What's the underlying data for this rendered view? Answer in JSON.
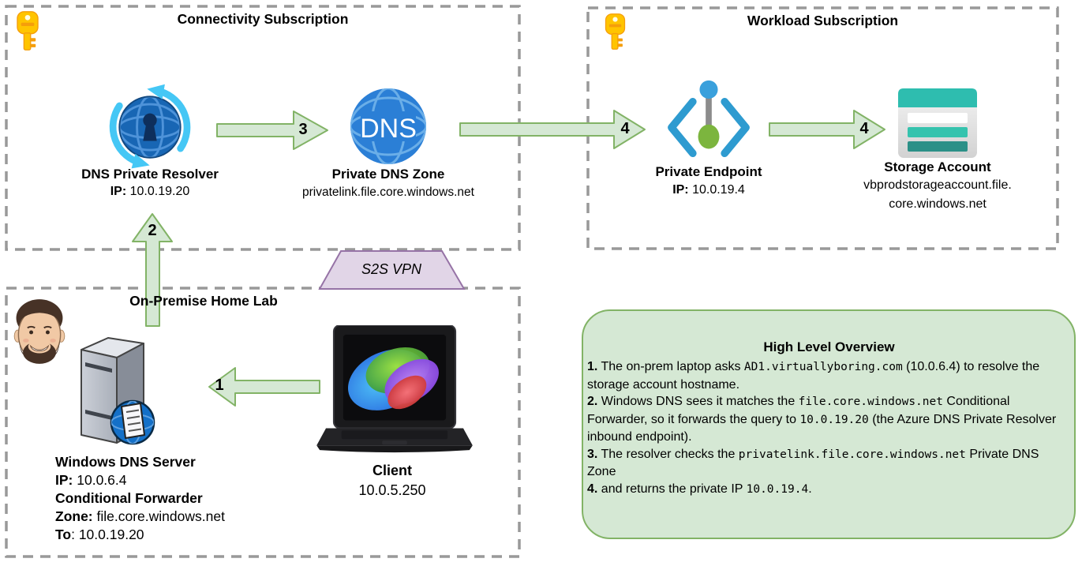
{
  "boxes": {
    "connectivity": {
      "title": "Connectivity Subscription"
    },
    "workload": {
      "title": "Workload Subscription"
    },
    "onprem": {
      "title": "On-Premise Home Lab"
    }
  },
  "nodes": {
    "resolver": {
      "label": "DNS Private Resolver",
      "ip_label": "IP:",
      "ip": " 10.0.19.20"
    },
    "dns_zone": {
      "label": "Private DNS Zone",
      "address": "privatelink.file.core.windows.net",
      "icon_text": "DNS"
    },
    "endpoint": {
      "label": "Private Endpoint",
      "ip_label": "IP:",
      "ip": " 10.0.19.4"
    },
    "storage": {
      "label": "Storage Account",
      "address_line1": "vbprodstorageaccount.file.",
      "address_line2": "core.windows.net"
    },
    "dns_server": {
      "label": "Windows DNS Server",
      "ip_label": "IP:",
      "ip": " 10.0.6.4",
      "cf_label": "Conditional Forwarder",
      "zone_label": "Zone:",
      "zone": " file.core.windows.net",
      "to_label": "To",
      "to": ": 10.0.19.20"
    },
    "client": {
      "label": "Client",
      "ip": "10.0.5.250"
    }
  },
  "vpn": {
    "label": "S2S VPN"
  },
  "arrows": {
    "step1": "1",
    "step2": "2",
    "step3": "3",
    "step4a": "4",
    "step4b": "4"
  },
  "overview": {
    "title": "High Level Overview",
    "steps": [
      {
        "segments": [
          {
            "t": "1.",
            "s": "b"
          },
          {
            "t": " The on-prem laptop asks ",
            "s": "n"
          },
          {
            "t": "AD1.virtuallyboring.com",
            "s": "m"
          },
          {
            "t": " (10.0.6.4) to resolve the storage account hostname.",
            "s": "n"
          }
        ]
      },
      {
        "segments": [
          {
            "t": "2.",
            "s": "b"
          },
          {
            "t": " Windows DNS sees it matches the ",
            "s": "n"
          },
          {
            "t": "file.core.windows.net",
            "s": "m"
          },
          {
            "t": " Conditional Forwarder, so it forwards the query to ",
            "s": "n"
          },
          {
            "t": "10.0.19.20",
            "s": "m"
          },
          {
            "t": " (the Azure DNS Private Resolver inbound endpoint).",
            "s": "n"
          }
        ]
      },
      {
        "segments": [
          {
            "t": "3.",
            "s": "b"
          },
          {
            "t": " The resolver checks the ",
            "s": "n"
          },
          {
            "t": "privatelink.file.core.windows.net",
            "s": "m"
          },
          {
            "t": " Private DNS Zone",
            "s": "n"
          }
        ]
      },
      {
        "segments": [
          {
            "t": "4.",
            "s": "b"
          },
          {
            "t": " and returns the private IP ",
            "s": "n"
          },
          {
            "t": "10.0.19.4",
            "s": "m"
          },
          {
            "t": ".",
            "s": "n"
          }
        ]
      }
    ]
  },
  "icons": [
    "key-icon",
    "dns-private-resolver-icon",
    "private-dns-zone-icon",
    "private-endpoint-icon",
    "storage-account-icon",
    "windows-dns-server-icon",
    "client-laptop-icon",
    "avatar-face-icon",
    "s2s-vpn-shape",
    "block-arrow"
  ],
  "colors": {
    "arrow_fill": "#d5e8d4",
    "arrow_stroke": "#82b366",
    "overview_fill": "#d5e8d4",
    "overview_stroke": "#82b366",
    "vpn_fill": "#e1d5e7",
    "vpn_stroke": "#9673a6",
    "dashed_border": "#999999",
    "key_yellow": "#ffc107",
    "azure_blue": "#2a7fd6",
    "teal": "#2ebdaf"
  }
}
